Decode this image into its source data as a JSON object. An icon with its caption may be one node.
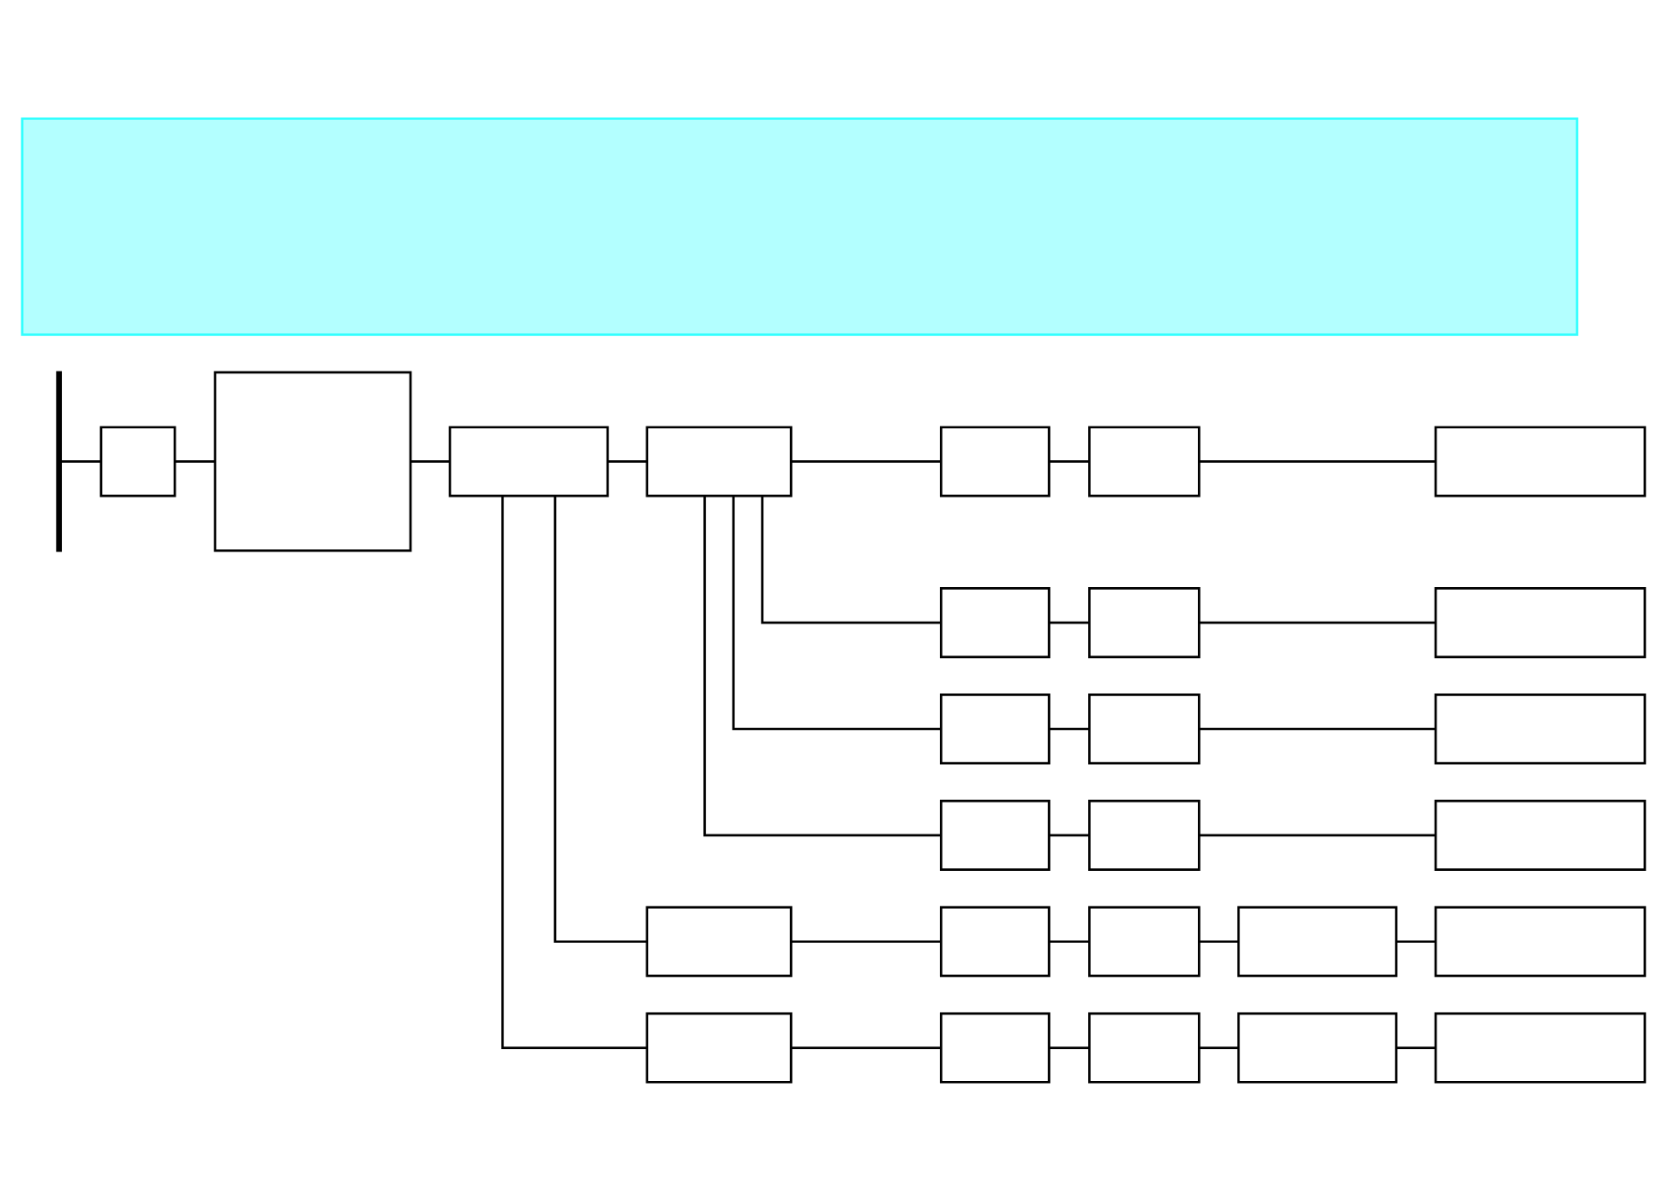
{
  "diagram": {
    "nodes": [
      {
        "text": [],
        "shape": "bar"
      },
      {
        "text": [],
        "shape": "bar"
      },
      {
        "text": [],
        "shape": "box"
      },
      {
        "text": [],
        "shape": "box"
      },
      {
        "text": [],
        "shape": "box"
      },
      {
        "text": [],
        "shape": "box"
      },
      {
        "text": [],
        "shape": "box"
      },
      {
        "text": [],
        "shape": "box"
      },
      {
        "text": [],
        "shape": "box"
      },
      {
        "text": [],
        "shape": "box"
      },
      {
        "text": [],
        "shape": "box"
      },
      {
        "text": [],
        "shape": "box"
      },
      {
        "text": [],
        "shape": "box"
      },
      {
        "text": [],
        "shape": "box"
      },
      {
        "text": [],
        "shape": "box"
      },
      {
        "text": [],
        "shape": "box"
      },
      {
        "text": [],
        "shape": "box"
      },
      {
        "text": [],
        "shape": "box"
      },
      {
        "text": [],
        "shape": "box"
      },
      {
        "text": [],
        "shape": "box"
      },
      {
        "text": [],
        "shape": "box"
      },
      {
        "text": [],
        "shape": "box"
      },
      {
        "text": [],
        "shape": "box"
      },
      {
        "text": [],
        "shape": "box"
      },
      {
        "text": [],
        "shape": "box"
      },
      {
        "text": [],
        "shape": "box"
      },
      {
        "text": [],
        "shape": "box"
      },
      {
        "text": [],
        "shape": "box"
      }
    ],
    "edges": [
      {
        "from": 1,
        "to": 2,
        "arrow": "none"
      },
      {
        "from": 2,
        "to": 3,
        "arrow": "none"
      },
      {
        "from": 3,
        "to": 4,
        "arrow": "none"
      },
      {
        "from": 4,
        "to": 5,
        "arrow": "none"
      },
      {
        "from": 5,
        "to": 6,
        "arrow": "none"
      },
      {
        "from": 6,
        "to": 7,
        "arrow": "none"
      },
      {
        "from": 7,
        "to": 8,
        "arrow": "none"
      },
      {
        "from": 5,
        "to": 9,
        "arrow": "none"
      },
      {
        "from": 9,
        "to": 10,
        "arrow": "none"
      },
      {
        "from": 10,
        "to": 11,
        "arrow": "none"
      },
      {
        "from": 5,
        "to": 12,
        "arrow": "none"
      },
      {
        "from": 12,
        "to": 13,
        "arrow": "none"
      },
      {
        "from": 13,
        "to": 14,
        "arrow": "none"
      },
      {
        "from": 5,
        "to": 15,
        "arrow": "none"
      },
      {
        "from": 15,
        "to": 16,
        "arrow": "none"
      },
      {
        "from": 16,
        "to": 17,
        "arrow": "none"
      },
      {
        "from": 4,
        "to": 18,
        "arrow": "none"
      },
      {
        "from": 18,
        "to": 19,
        "arrow": "none"
      },
      {
        "from": 19,
        "to": 20,
        "arrow": "none"
      },
      {
        "from": 20,
        "to": 21,
        "arrow": "none"
      },
      {
        "from": 21,
        "to": 22,
        "arrow": "none"
      },
      {
        "from": 4,
        "to": 23,
        "arrow": "none"
      },
      {
        "from": 23,
        "to": 24,
        "arrow": "none"
      },
      {
        "from": 24,
        "to": 25,
        "arrow": "none"
      },
      {
        "from": 25,
        "to": 26,
        "arrow": "none"
      },
      {
        "from": 26,
        "to": 27,
        "arrow": "none"
      }
    ]
  }
}
